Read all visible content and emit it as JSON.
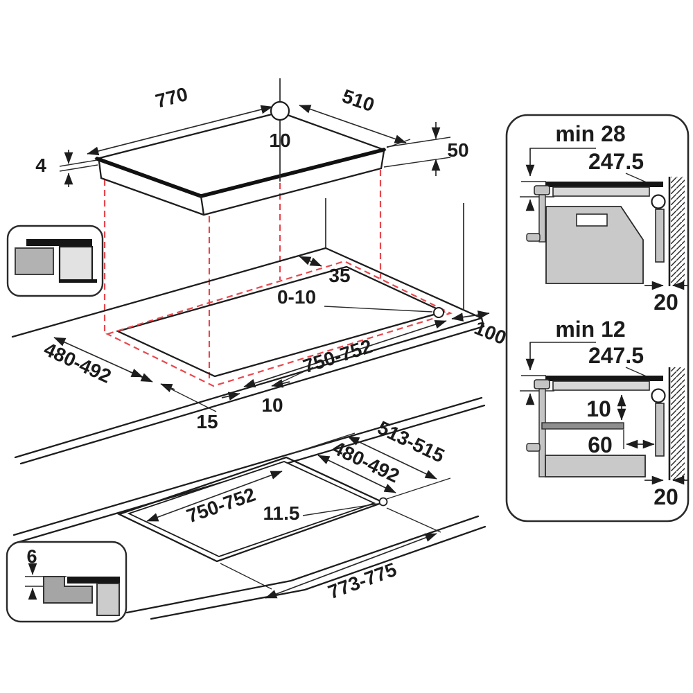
{
  "top_view": {
    "width": "770",
    "depth": "510",
    "hole_offset": "10",
    "glass_thickness": "4",
    "body_height": "50"
  },
  "cutout_view": {
    "rear_clearance": "35",
    "position_play": "0-10",
    "right_clearance": "100",
    "cutout_depth": "480-492",
    "cutout_width": "750-752",
    "front_overlap": "15",
    "side_overlap": "10"
  },
  "flush_view": {
    "recess_depth": "513-515",
    "cutout_depth": "480-492",
    "cutout_width": "750-752",
    "ledge_width": "11.5",
    "recess_width": "773-775"
  },
  "flush_inset": {
    "rebate_depth": "6"
  },
  "side_sections": {
    "above_oven": {
      "min_clearance": "min 28",
      "duct_width": "247.5",
      "wall_gap": "20"
    },
    "above_drawer": {
      "min_clearance": "min 12",
      "duct_width": "247.5",
      "shelf_gap": "10",
      "shelf_setback": "60",
      "wall_gap": "20"
    }
  },
  "colors": {
    "line": "#1d1d1d",
    "projection_red": "#e8474d",
    "worktop_gray": "#d8d8d8",
    "appliance_gray": "#c9c9c9",
    "shelf_gray": "#8e8e8e"
  }
}
